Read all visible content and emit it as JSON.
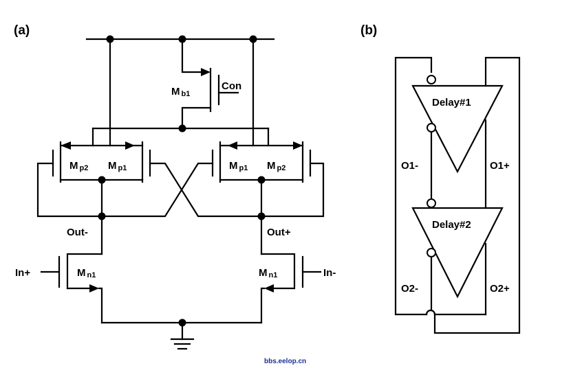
{
  "panels": {
    "a": "(a)",
    "b": "(b)"
  },
  "circuit": {
    "mb1": {
      "main": "M",
      "sub": "b1"
    },
    "con": "Con",
    "mp2_left": {
      "main": "M",
      "sub": "p2"
    },
    "mp1_left": {
      "main": "M",
      "sub": "p1"
    },
    "mp1_right": {
      "main": "M",
      "sub": "p1"
    },
    "mp2_right": {
      "main": "M",
      "sub": "p2"
    },
    "out_minus": "Out-",
    "out_plus": "Out+",
    "in_plus": "In+",
    "in_minus": "In-",
    "mn1_left": {
      "main": "M",
      "sub": "n1"
    },
    "mn1_right": {
      "main": "M",
      "sub": "n1"
    }
  },
  "ring": {
    "delay1": "Delay#1",
    "delay2": "Delay#2",
    "o1_minus": "O1-",
    "o1_plus": "O1+",
    "o2_minus": "O2-",
    "o2_plus": "O2+"
  },
  "watermark": "bbs.eelop.cn"
}
